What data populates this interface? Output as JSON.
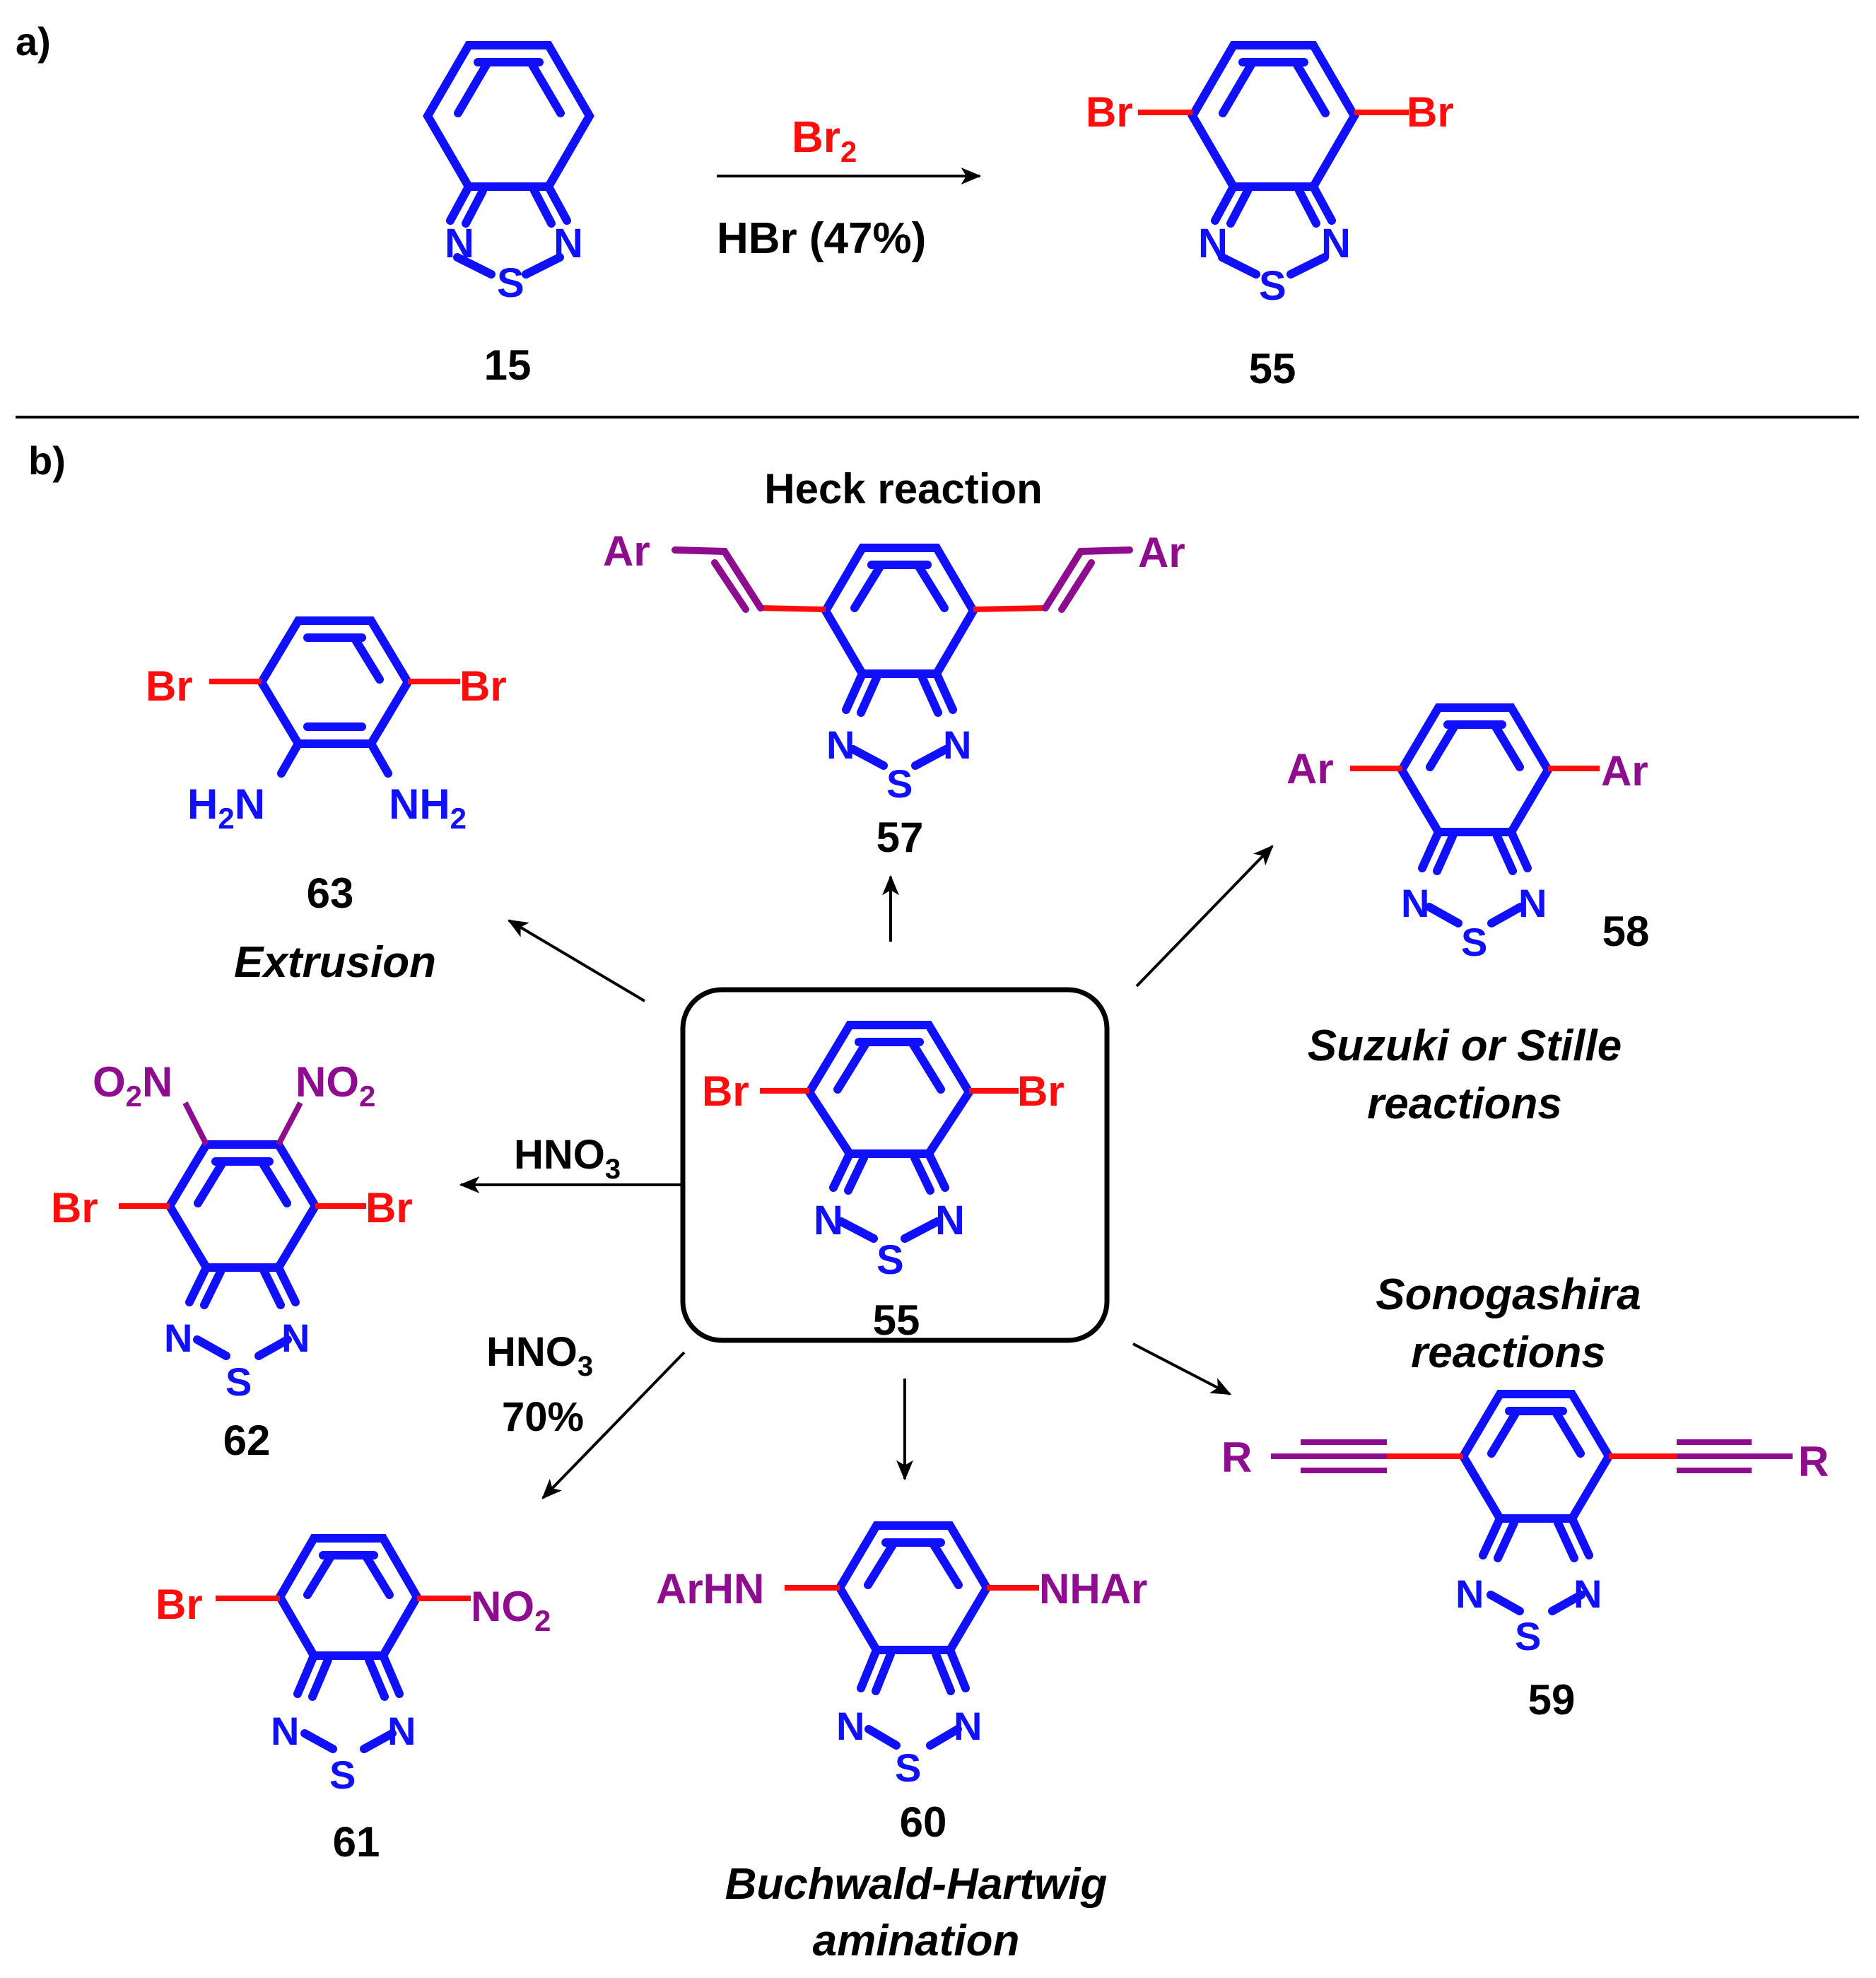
{
  "colors": {
    "ring": "#1010ff",
    "halogen": "#ff0d0d",
    "substituent": "#8e0d8e",
    "text": "#000000"
  },
  "panel_a": {
    "label": "a)",
    "reagent_top": "Br",
    "reagent_top_sub": "2",
    "reagent_bottom": "HBr (47%)",
    "start": {
      "number": "15",
      "n": "N",
      "s": "S"
    },
    "product": {
      "number": "55",
      "left_group": "Br",
      "right_group": "Br",
      "n": "N",
      "s": "S"
    }
  },
  "panel_b": {
    "label": "b)",
    "center": {
      "number": "55",
      "left_group": "Br",
      "right_group": "Br"
    },
    "c57": {
      "title": "Heck reaction",
      "number": "57",
      "left_group": "Ar",
      "right_group": "Ar"
    },
    "c58": {
      "number": "58",
      "left_group": "Ar",
      "right_group": "Ar",
      "caption_line1": "Suzuki or Stille",
      "caption_line2": "reactions"
    },
    "c59": {
      "number": "59",
      "left_group": "R",
      "right_group": "R",
      "caption_line1": "Sonogashira",
      "caption_line2": "reactions"
    },
    "c60": {
      "number": "60",
      "left_group": "ArHN",
      "right_group": "NHAr",
      "caption_line1": "Buchwald-Hartwig",
      "caption_line2": "amination"
    },
    "c61": {
      "number": "61",
      "left_group": "Br",
      "right_main": "NO",
      "right_sub": "2",
      "reagent_line1": "HNO",
      "reagent_line1_sub": "3",
      "reagent_line2": "70%"
    },
    "c62": {
      "number": "62",
      "left_group": "Br",
      "right_group": "Br",
      "nitro_left_pre": "O",
      "nitro_left_sub": "2",
      "nitro_left_post": "N",
      "nitro_right_main": "NO",
      "nitro_right_sub": "2",
      "reagent": "HNO",
      "reagent_sub": "3"
    },
    "c63": {
      "number": "63",
      "left_group": "Br",
      "right_group": "Br",
      "amine_left_pre": "H",
      "amine_left_sub": "2",
      "amine_left_post": "N",
      "amine_right_main": "NH",
      "amine_right_sub": "2",
      "caption": "Extrusion"
    }
  }
}
